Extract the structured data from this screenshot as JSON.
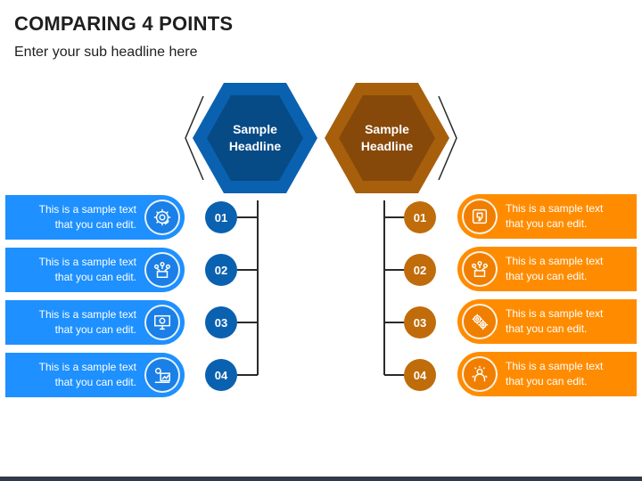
{
  "title": "COMPARING 4 POINTS",
  "subtitle": "Enter your sub headline here",
  "colors": {
    "blue": "#1e90ff",
    "blue_dark": "#0a61b0",
    "orange": "#ff8c00",
    "orange_dark": "#c06c0a"
  },
  "left": {
    "headline": [
      "Sample",
      "Headline"
    ],
    "items": [
      {
        "number": "01",
        "text1": "This is a sample text",
        "text2": "that you can edit.",
        "icon": "gear-check-icon"
      },
      {
        "number": "02",
        "text1": "This is a sample text",
        "text2": "that you can edit.",
        "icon": "team-network-icon"
      },
      {
        "number": "03",
        "text1": "This is a sample text",
        "text2": "that you can edit.",
        "icon": "monitor-analytics-icon"
      },
      {
        "number": "04",
        "text1": "This is a sample text",
        "text2": "that you can edit.",
        "icon": "finance-chart-icon"
      }
    ]
  },
  "right": {
    "headline": [
      "Sample",
      "Headline"
    ],
    "items": [
      {
        "number": "01",
        "text1": "This is a sample text",
        "text2": "that you can edit.",
        "icon": "thumbs-down-icon"
      },
      {
        "number": "02",
        "text1": "This is a sample text",
        "text2": "that you can edit.",
        "icon": "team-network-icon"
      },
      {
        "number": "03",
        "text1": "This is a sample text",
        "text2": "that you can edit.",
        "icon": "gears-icon"
      },
      {
        "number": "04",
        "text1": "This is a sample text",
        "text2": "that you can edit.",
        "icon": "person-idea-icon"
      }
    ]
  }
}
